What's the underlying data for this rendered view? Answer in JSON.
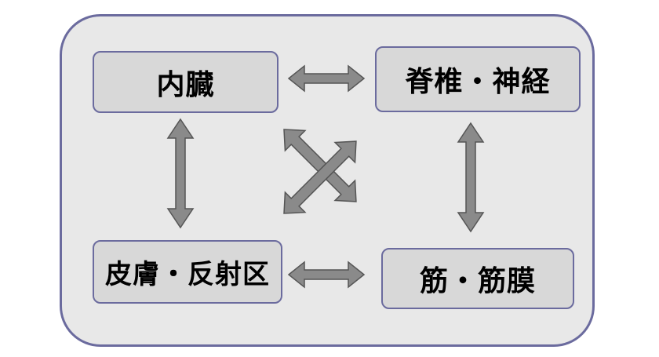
{
  "nodes": {
    "top_left": "内臓",
    "top_right": "脊椎・神経",
    "bottom_left": "皮膚・反射区",
    "bottom_right": "筋・筋膜"
  },
  "colors": {
    "frame_border": "#6b6b9e",
    "frame_fill": "#e8e8e8",
    "node_fill": "#d8d8d8",
    "arrow_fill": "#8a8a8a",
    "arrow_stroke": "#555555"
  }
}
